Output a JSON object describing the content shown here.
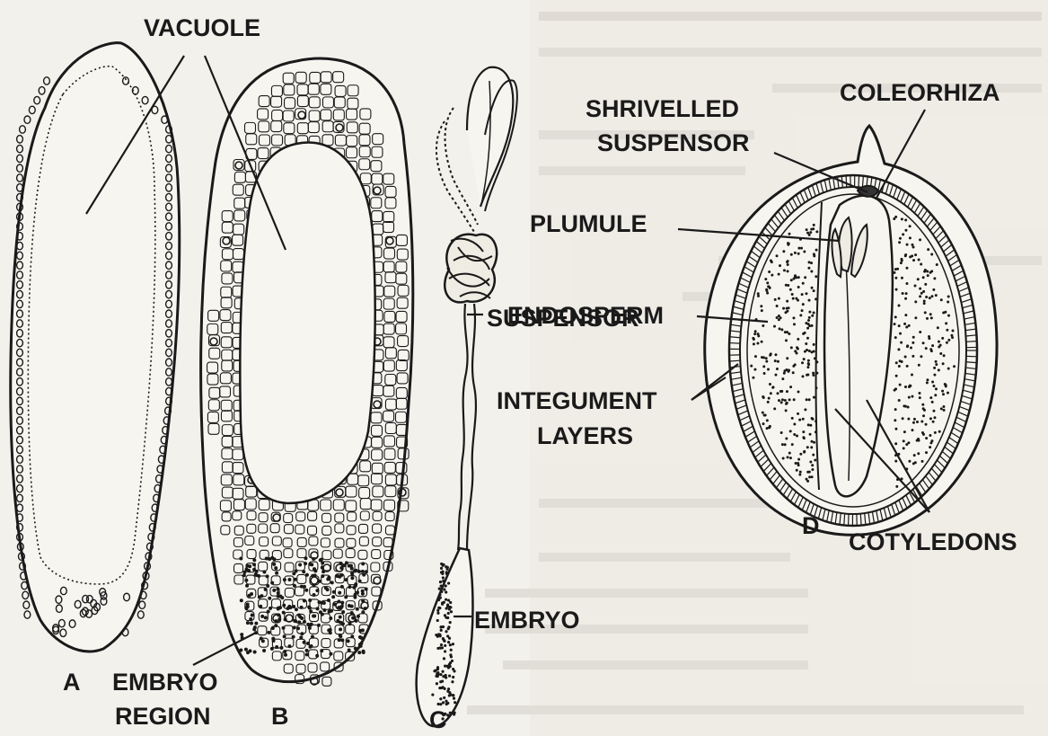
{
  "panels": {
    "a": {
      "letter": "A"
    },
    "b": {
      "letter": "B"
    },
    "c": {
      "letter": "C"
    },
    "d": {
      "letter": "D"
    }
  },
  "labels": {
    "vacuole": "VACUOLE",
    "embryo_region_1": "EMBRYO",
    "embryo_region_2": "REGION",
    "suspensor": "SUSPENSOR",
    "embryo": "EMBRYO",
    "shrivelled_1": "SHRIVELLED",
    "shrivelled_2": "SUSPENSOR",
    "coleorhiza": "COLEORHIZA",
    "plumule": "PLUMULE",
    "endosperm": "ENDOSPERM",
    "integument_1": "INTEGUMENT",
    "integument_2": "LAYERS",
    "cotyledons": "COTYLEDONS"
  },
  "colors": {
    "ink": "#1a1a1a",
    "paper": "#f3f1ec",
    "bleed": "#bdb9b2"
  }
}
